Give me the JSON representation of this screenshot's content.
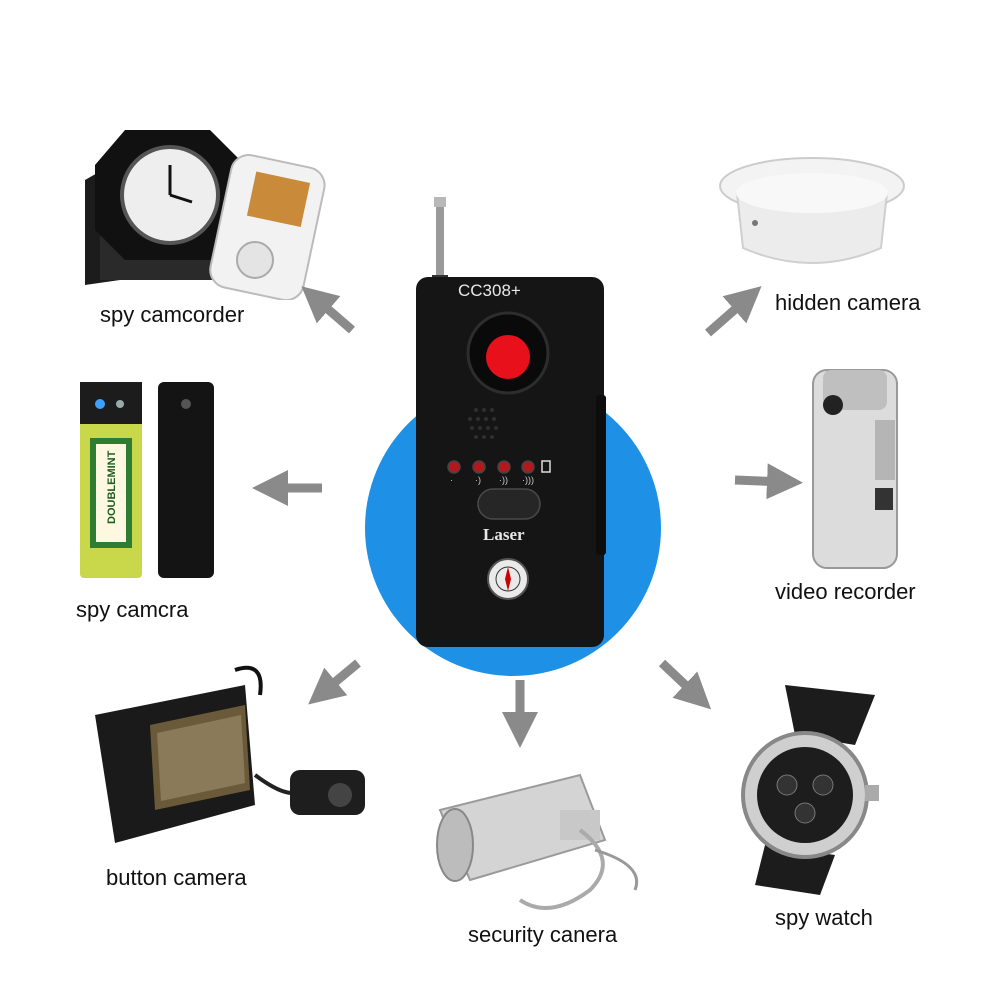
{
  "device": {
    "model": "CC308+",
    "button_label": "Laser",
    "led_marks": [
      "·",
      "·)",
      "·))",
      "·)))"
    ]
  },
  "labels": {
    "spy_camcorder": "spy camcorder",
    "hidden_camera": "hidden camera",
    "spy_camera": "spy camcra",
    "video_recorder": "video recorder",
    "button_camera": "button camera",
    "security_camera": "security canera",
    "spy_watch": "spy watch"
  },
  "gum_pack_text": "DOUBLEMINT",
  "colors": {
    "blue_circle": "#1e90e6",
    "device_body": "#151515",
    "lens_red": "#e8101a",
    "arrow_gray": "#8a8a8a"
  }
}
